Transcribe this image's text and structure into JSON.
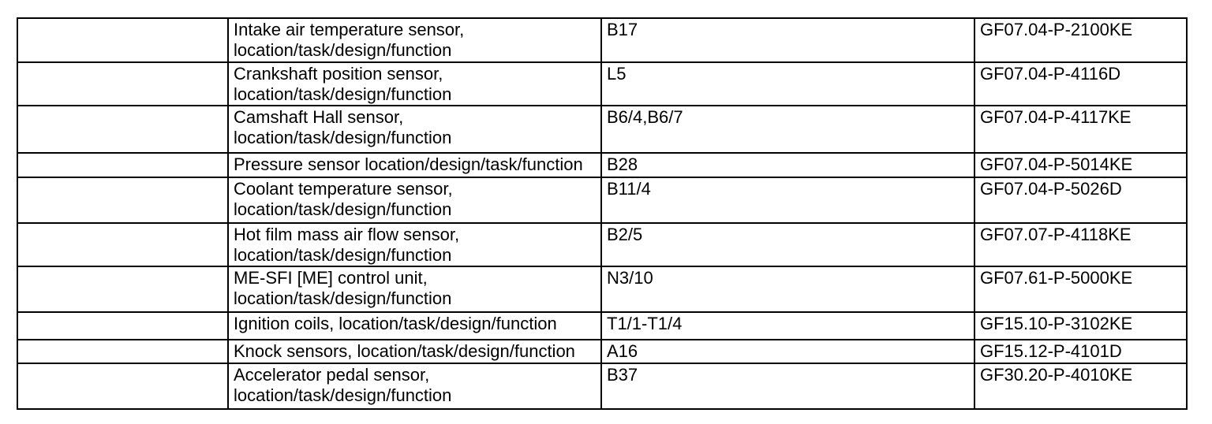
{
  "colors": {
    "background": "#ffffff",
    "border": "#000000",
    "text": "#000000"
  },
  "document_table": {
    "columns": [
      "section",
      "description",
      "component_code",
      "document_number"
    ],
    "rows": [
      {
        "section": "",
        "description": "Intake air temperature sensor, location/task/design/function",
        "component_code": "B17",
        "document_number": "GF07.04-P-2100KE"
      },
      {
        "section": "",
        "description": "Crankshaft position sensor, location/task/design/function",
        "component_code": "L5",
        "document_number": "GF07.04-P-4116D"
      },
      {
        "section": "",
        "description": "Camshaft Hall sensor, location/task/design/function",
        "component_code": "B6/4,B6/7",
        "document_number": "GF07.04-P-4117KE"
      },
      {
        "section": "",
        "description": "Pressure sensor location/design/task/function",
        "component_code": "B28",
        "document_number": "GF07.04-P-5014KE"
      },
      {
        "section": "",
        "description": "Coolant temperature sensor, location/task/design/function",
        "component_code": "B11/4",
        "document_number": "GF07.04-P-5026D"
      },
      {
        "section": "",
        "description": "Hot film mass air flow sensor, location/task/design/function",
        "component_code": "B2/5",
        "document_number": "GF07.07-P-4118KE"
      },
      {
        "section": "",
        "description": "ME-SFI [ME] control unit, location/task/design/function",
        "component_code": "N3/10",
        "document_number": "GF07.61-P-5000KE"
      },
      {
        "section": "",
        "description": "Ignition coils, location/task/design/function",
        "component_code": "T1/1-T1/4",
        "document_number": "GF15.10-P-3102KE"
      },
      {
        "section": "",
        "description": "Knock sensors, location/task/design/function",
        "component_code": "A16",
        "document_number": "GF15.12-P-4101D"
      },
      {
        "section": "",
        "description": "Accelerator pedal sensor, location/task/design/function",
        "component_code": "B37",
        "document_number": "GF30.20-P-4010KE"
      }
    ]
  }
}
